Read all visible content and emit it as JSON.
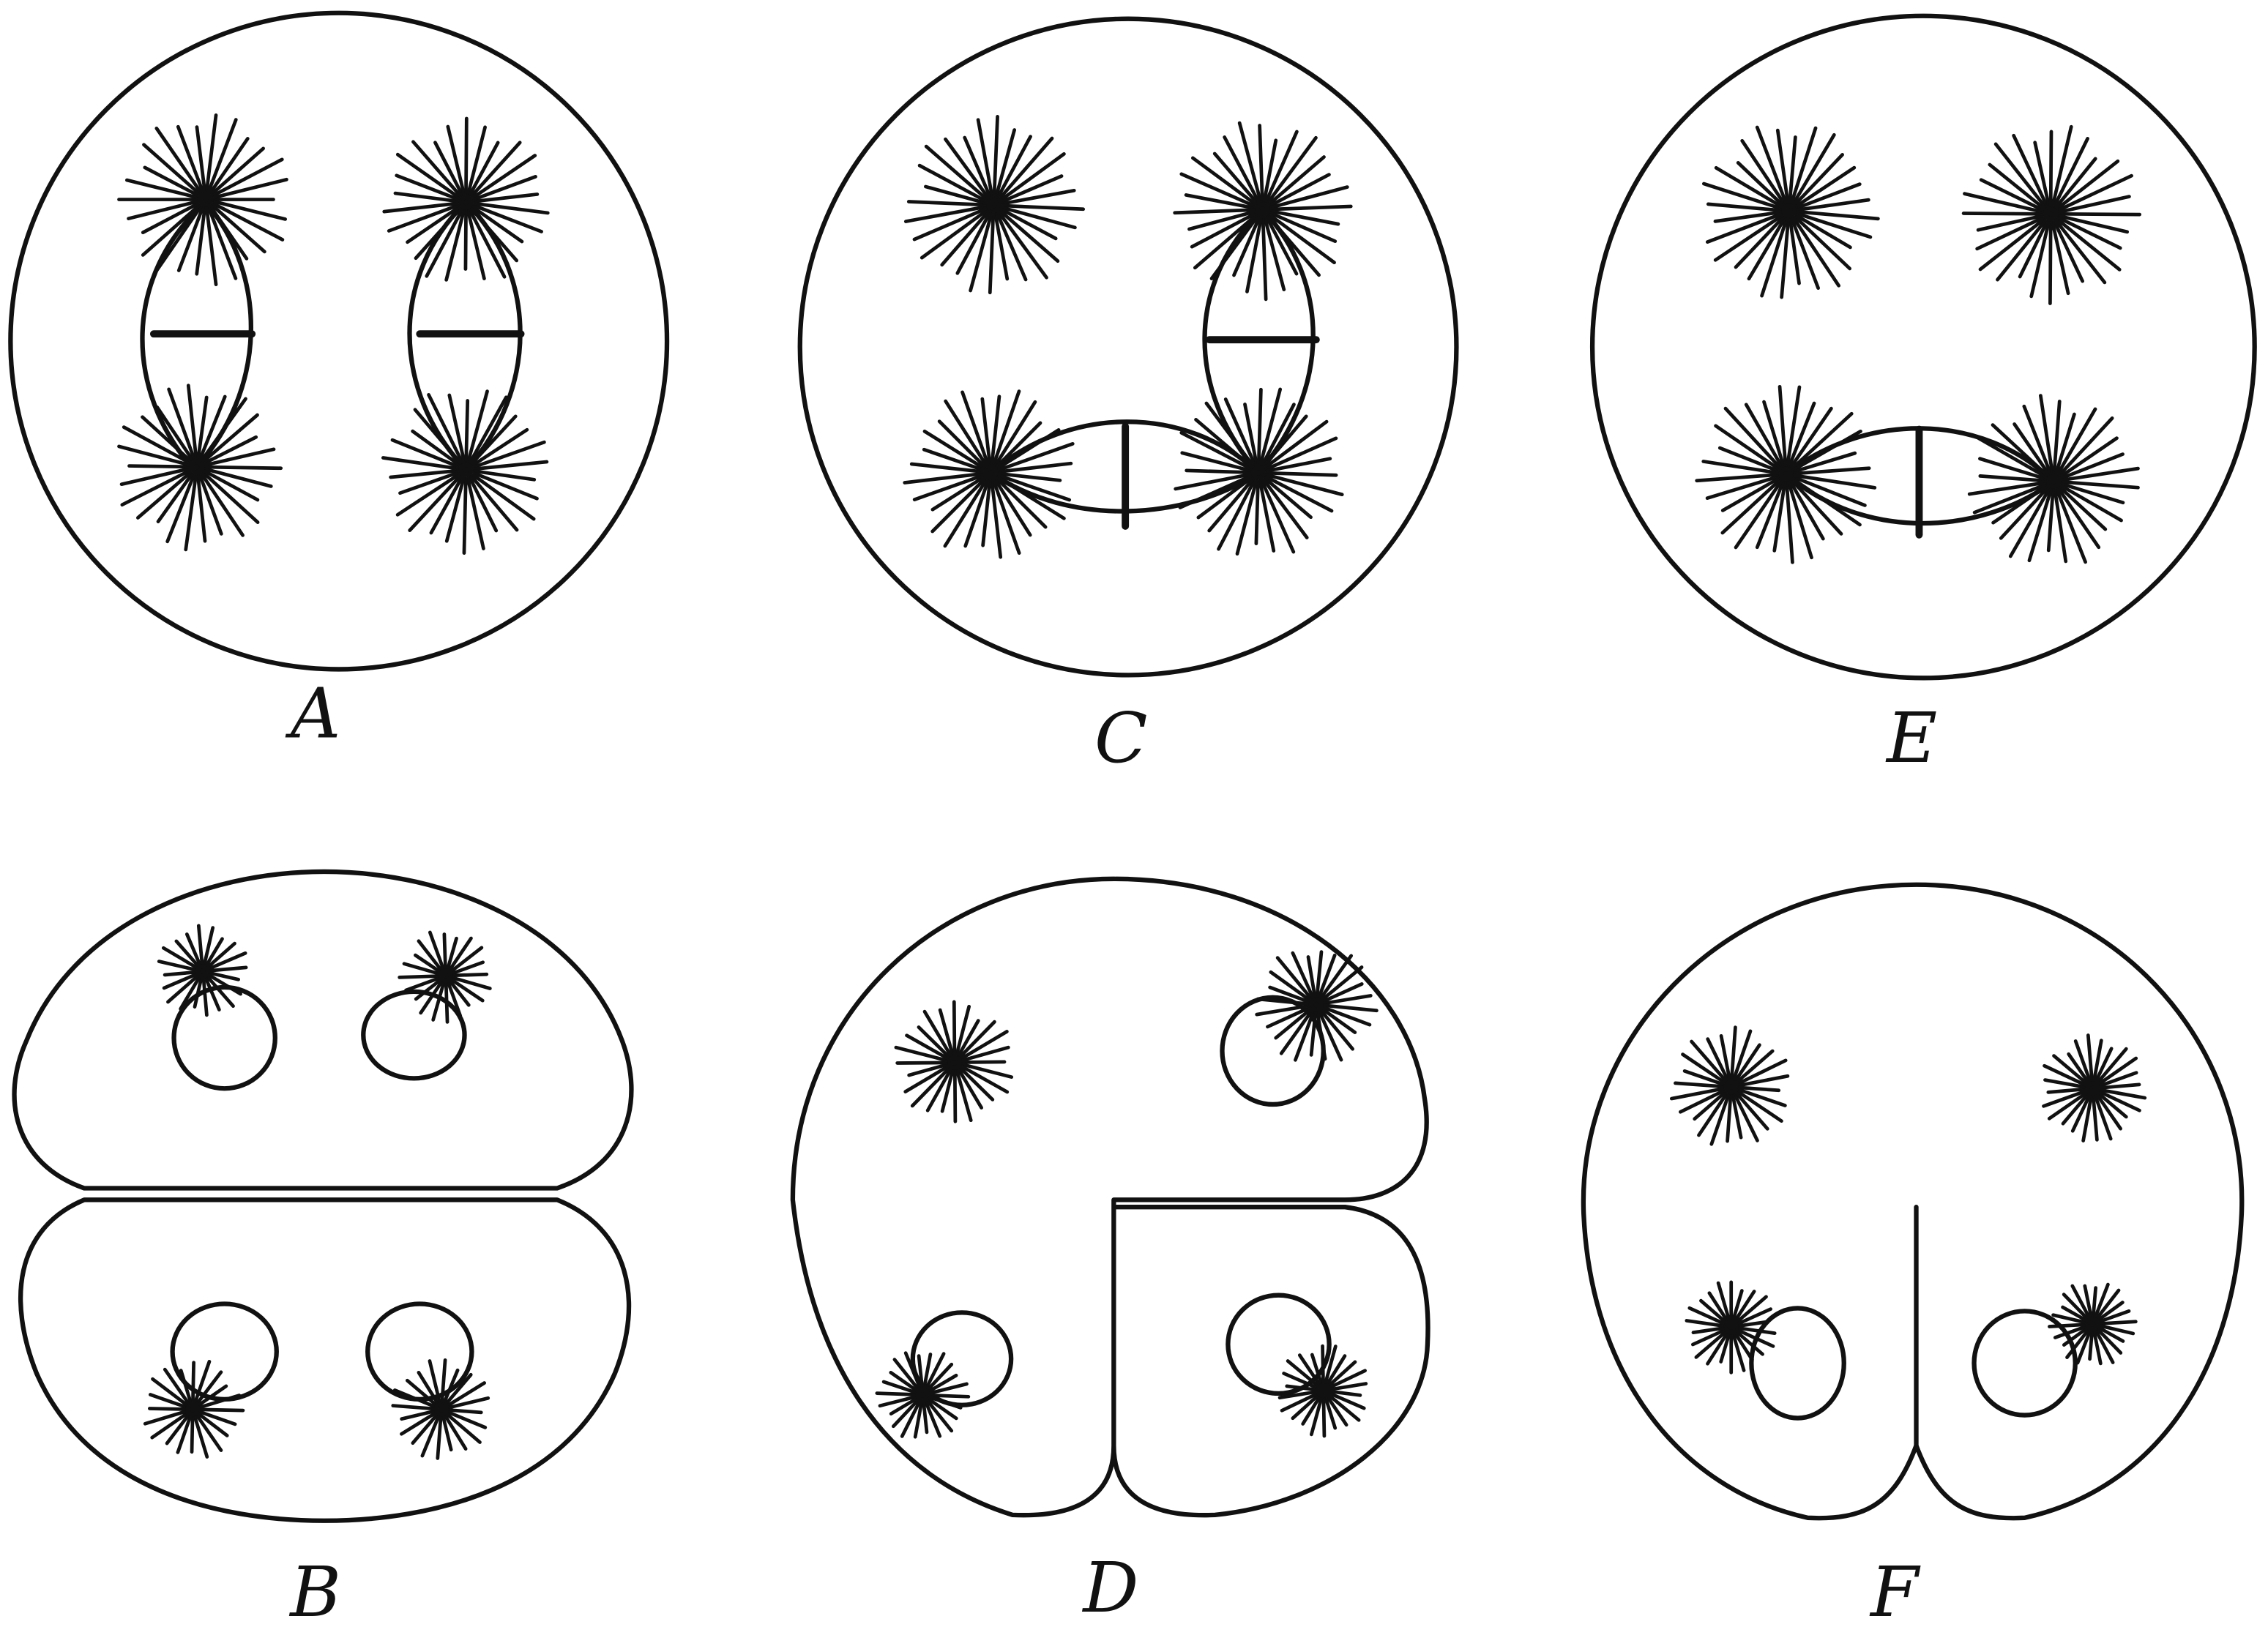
{
  "panels": [
    {
      "id": "A",
      "label": "A"
    },
    {
      "id": "B",
      "label": "B"
    },
    {
      "id": "C",
      "label": "C"
    },
    {
      "id": "D",
      "label": "D"
    },
    {
      "id": "E",
      "label": "E"
    },
    {
      "id": "F",
      "label": "F"
    }
  ],
  "colors": {
    "ink": "#111111",
    "background": "#ffffff"
  }
}
